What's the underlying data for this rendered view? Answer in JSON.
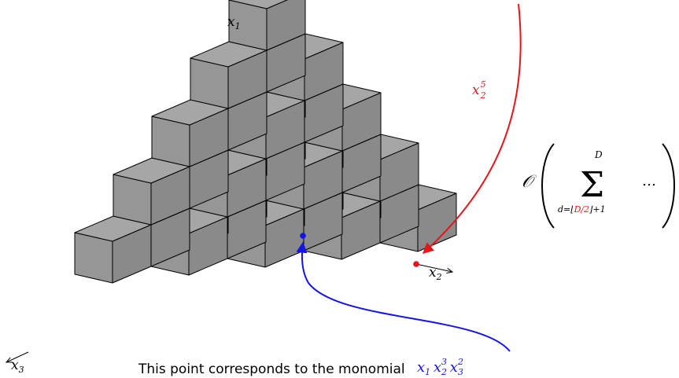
{
  "axes": {
    "x1": "x",
    "x1_sub": "1",
    "x2": "x",
    "x2_sub": "2",
    "x3": "x",
    "x3_sub": "3"
  },
  "annotation_red": {
    "base": "x",
    "sub": "2",
    "sup": "5",
    "color": "#e8141a"
  },
  "formula": {
    "big_o": "𝒪",
    "upper": "D",
    "lower_prefix": "d=⌊",
    "lower_red": "D/2",
    "lower_suffix": "⌋+1",
    "ellipsis": "…",
    "red_color": "#e8141a"
  },
  "caption": {
    "text": "This point corresponds to the monomial",
    "monomial": {
      "x1": "x",
      "x1_sub": "1",
      "x2": "x",
      "x2_sub": "2",
      "x2_sup": "3",
      "x3": "x",
      "x3_sub": "3",
      "x3_sup": "2"
    },
    "color": "#1414e6"
  },
  "cube_colors": {
    "top": "#a6a6a6",
    "left": "#969696",
    "right": "#8a8a8a",
    "edge": "#000000"
  }
}
